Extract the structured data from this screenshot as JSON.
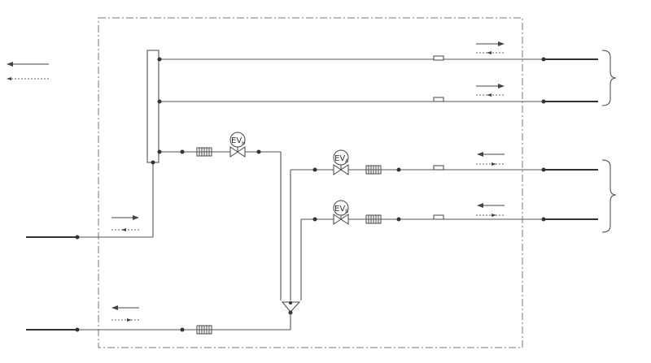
{
  "diagram": {
    "valves": [
      {
        "letter": "EV",
        "sub": "H"
      },
      {
        "letter": "EV",
        "sub": "A"
      },
      {
        "letter": "EV",
        "sub": "B"
      }
    ]
  }
}
